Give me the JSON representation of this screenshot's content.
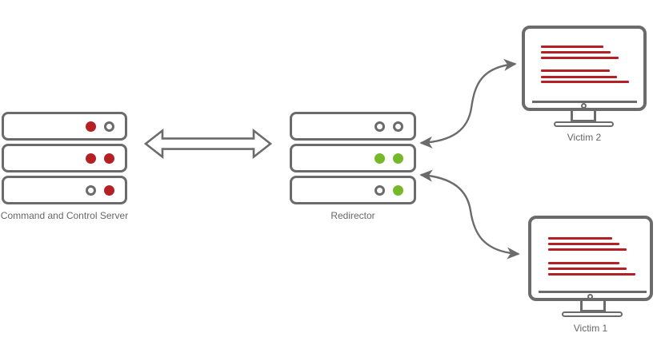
{
  "colors": {
    "background": "#ffffff",
    "stroke": "#6b6b6b",
    "text": "#666666",
    "red": "#b52025",
    "green": "#76b82a"
  },
  "nodes": {
    "cnc": {
      "label": "Command and Control Server",
      "icon": "server-rack-icon",
      "units": [
        [
          "red",
          "hollow"
        ],
        [
          "red",
          "red"
        ],
        [
          "hollow",
          "red"
        ]
      ]
    },
    "redirector": {
      "label": "Redirector",
      "icon": "server-rack-icon",
      "units": [
        [
          "hollow",
          "hollow"
        ],
        [
          "green",
          "green"
        ],
        [
          "hollow",
          "green"
        ]
      ]
    },
    "victim2": {
      "label": "Victim 2",
      "icon": "monitor-icon",
      "screen_line_widths": [
        78,
        87,
        97,
        86,
        95,
        110
      ]
    },
    "victim1": {
      "label": "Victim 1",
      "icon": "monitor-icon",
      "screen_line_widths": [
        80,
        89,
        98,
        89,
        98,
        109
      ]
    }
  },
  "edges": [
    {
      "from": "cnc",
      "to": "redirector",
      "style": "hollow-double-block-arrow",
      "direction": "both"
    },
    {
      "from": "redirector",
      "to": "victim2",
      "style": "curved-thin-arrow",
      "direction": "both"
    },
    {
      "from": "redirector",
      "to": "victim1",
      "style": "curved-thin-arrow",
      "direction": "both"
    }
  ]
}
